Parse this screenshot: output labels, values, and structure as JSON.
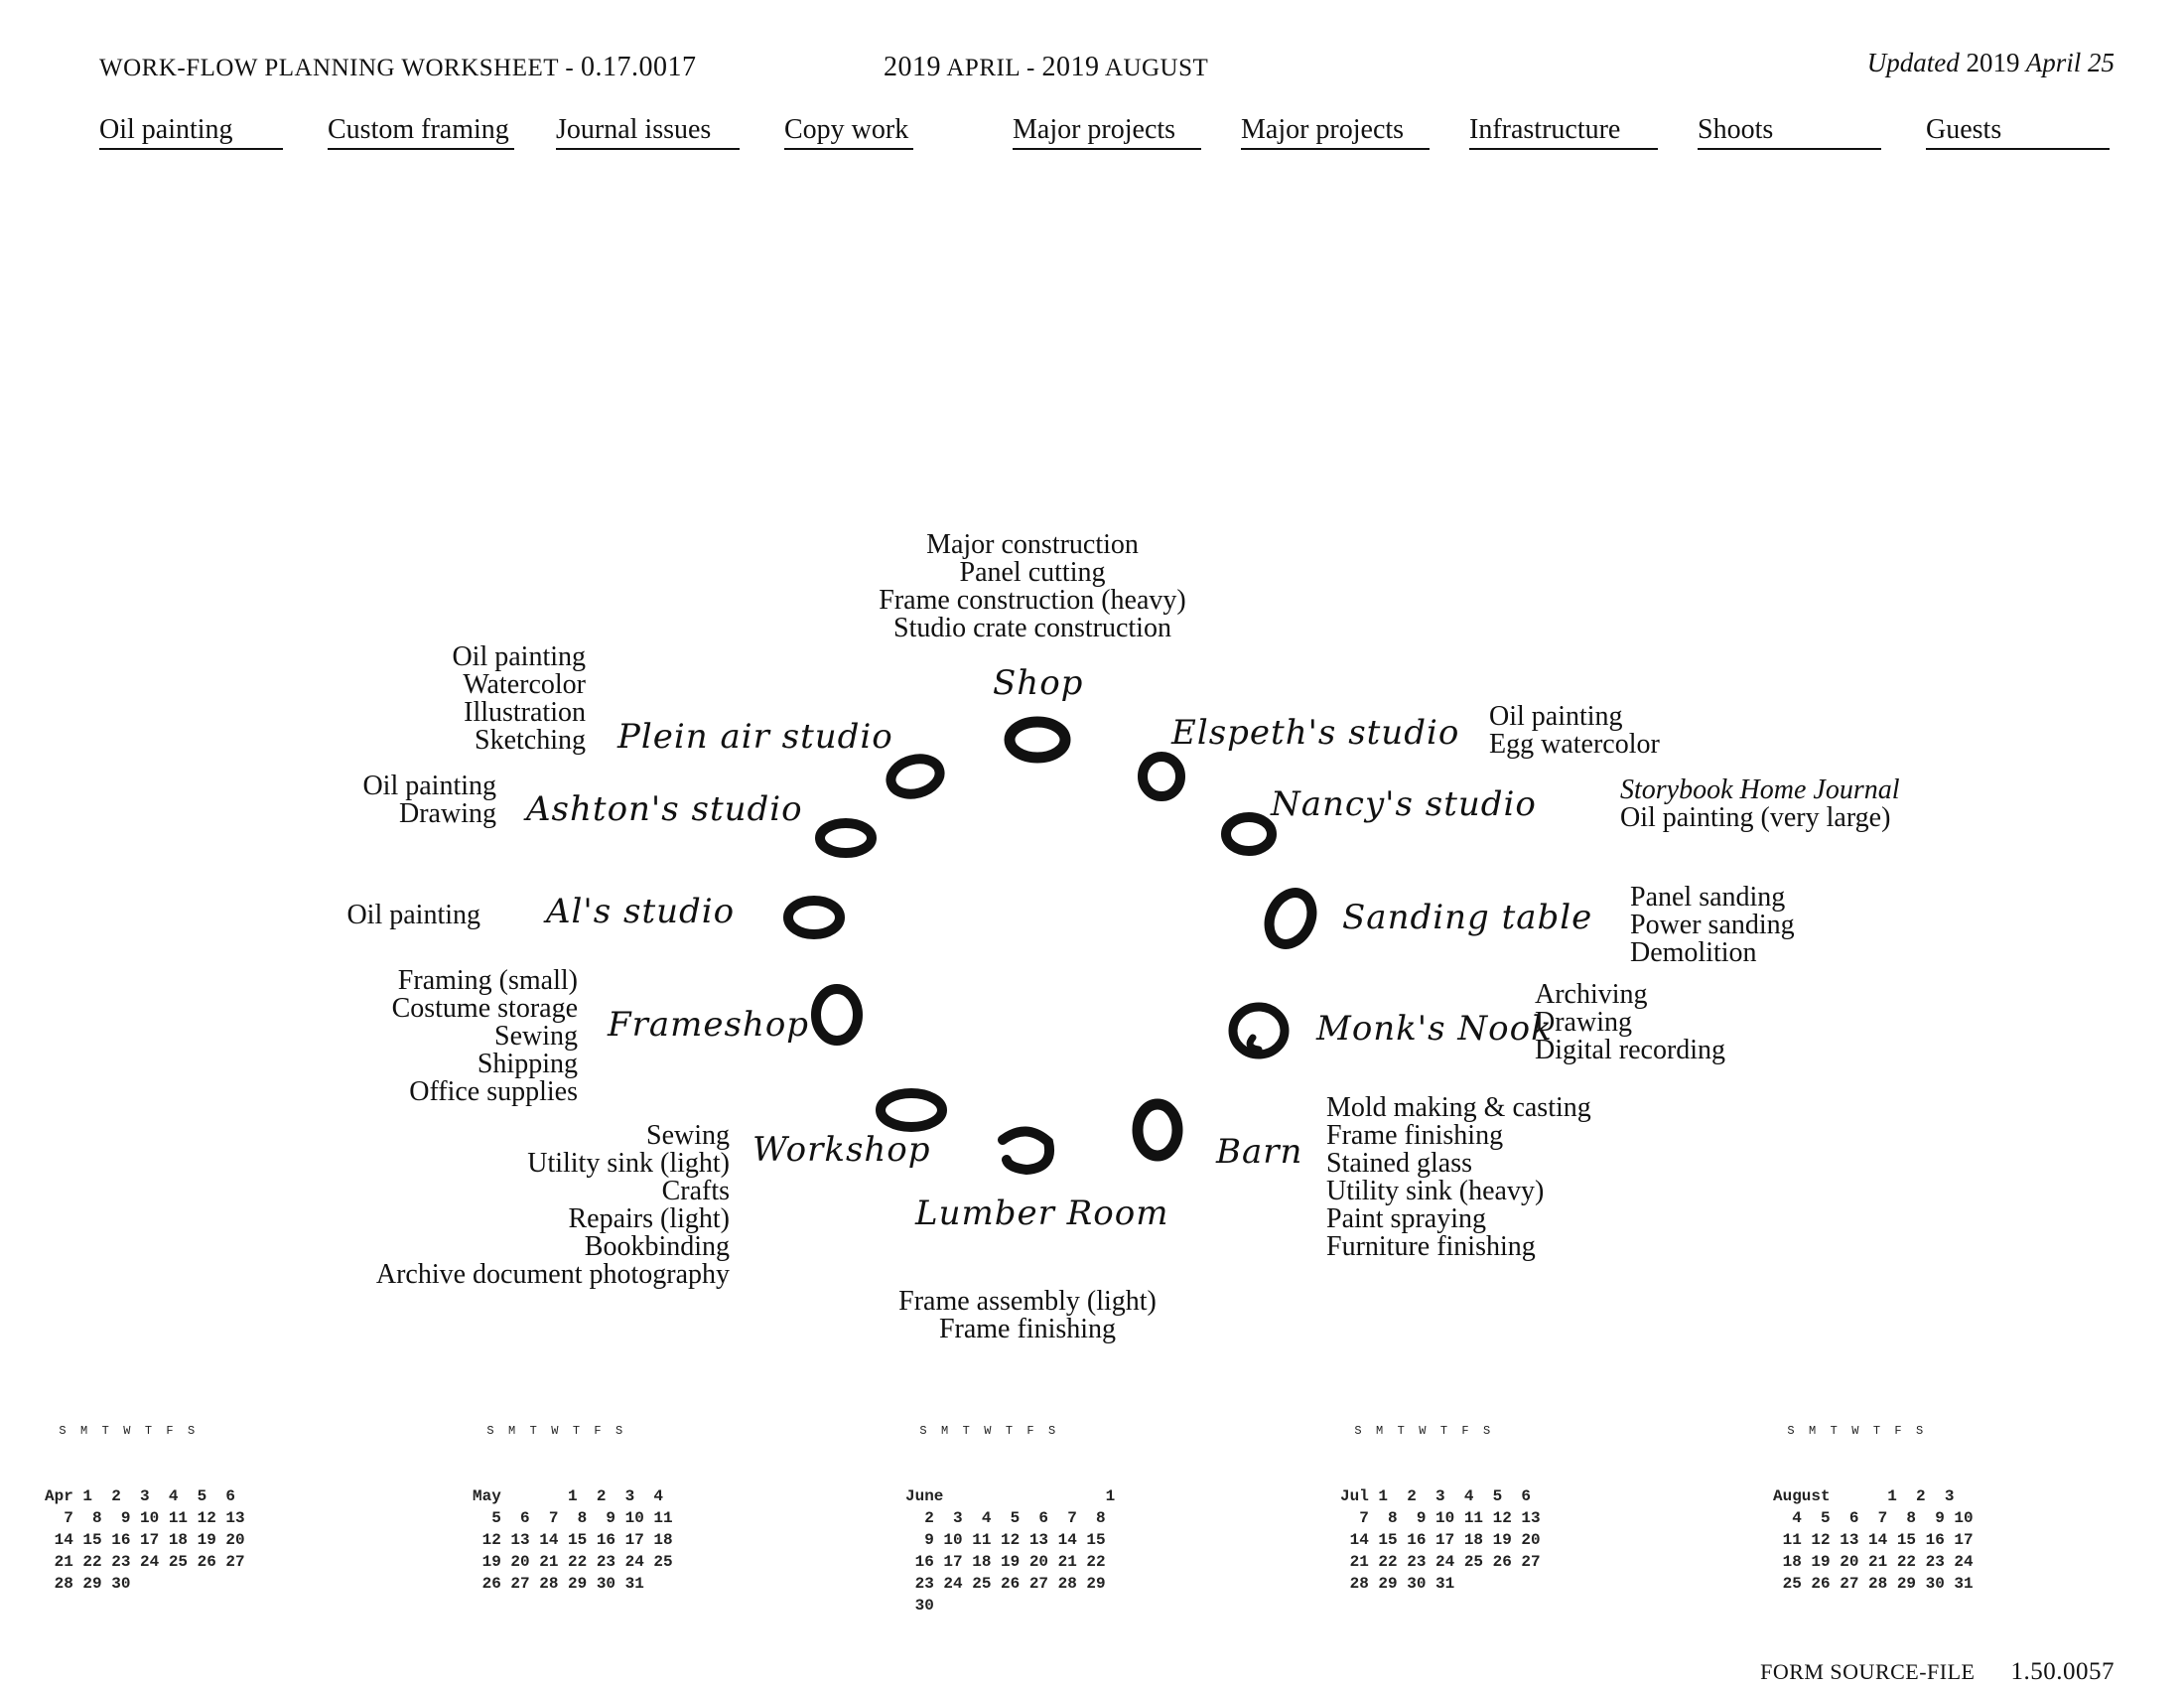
{
  "header": {
    "title": "WORK-FLOW PLANNING WORKSHEET",
    "version": "0.17.0017",
    "range_start_year": "2019",
    "range_start_month": "APRIL",
    "range_end_year": "2019",
    "range_end_month": "AUGUST",
    "updated_label": "Updated",
    "updated_year": "2019",
    "updated_date": "April 25"
  },
  "tabs": [
    "Oil painting",
    "Custom framing",
    "Journal issues",
    "Copy work",
    "Major projects",
    "Major projects",
    "Infrastructure",
    "Shoots",
    "Guests"
  ],
  "rooms": {
    "shop": {
      "name": "Shop",
      "notes": [
        "Major construction",
        "Panel cutting",
        "Frame construction (heavy)",
        "Studio crate construction"
      ]
    },
    "plein_air": {
      "name": "Plein air studio",
      "notes": [
        "Oil painting",
        "Watercolor",
        "Illustration",
        "Sketching"
      ]
    },
    "ashton": {
      "name": "Ashton's studio",
      "notes": [
        "Oil painting",
        "Drawing"
      ]
    },
    "al": {
      "name": "Al's studio",
      "notes": [
        "Oil painting"
      ]
    },
    "frameshop": {
      "name": "Frameshop",
      "notes": [
        "Framing (small)",
        "Costume storage",
        "Sewing",
        "Shipping",
        "Office supplies"
      ]
    },
    "workshop": {
      "name": "Workshop",
      "notes": [
        "Sewing",
        "Utility sink (light)",
        "Crafts",
        "Repairs (light)",
        "Bookbinding",
        "Archive document photography"
      ]
    },
    "lumber": {
      "name": "Lumber Room",
      "notes": [
        "Frame assembly (light)",
        "Frame finishing"
      ]
    },
    "barn": {
      "name": "Barn",
      "notes": [
        "Mold making & casting",
        "Frame finishing",
        "Stained glass",
        "Utility sink (heavy)",
        "Paint spraying",
        "Furniture finishing"
      ]
    },
    "monk": {
      "name": "Monk's Nook",
      "notes": [
        "Archiving",
        "Drawing",
        "Digital recording"
      ]
    },
    "sanding": {
      "name": "Sanding table",
      "notes": [
        "Panel sanding",
        "Power sanding",
        "Demolition"
      ]
    },
    "nancy": {
      "name": "Nancy's studio",
      "notes_italic": "Storybook Home Journal",
      "notes": [
        "Oil painting (very large)"
      ]
    },
    "elspeth": {
      "name": "Elspeth's studio",
      "notes": [
        "Oil painting",
        "Egg watercolor"
      ]
    }
  },
  "calendars": [
    {
      "month": "Apr",
      "text": "Apr 1  2  3  4  5  6\n  7  8  9 10 11 12 13\n 14 15 16 17 18 19 20\n 21 22 23 24 25 26 27\n 28 29 30"
    },
    {
      "month": "May",
      "text": "May       1  2  3  4\n  5  6  7  8  9 10 11\n 12 13 14 15 16 17 18\n 19 20 21 22 23 24 25\n 26 27 28 29 30 31"
    },
    {
      "month": "June",
      "text": "June                 1\n  2  3  4  5  6  7  8\n  9 10 11 12 13 14 15\n 16 17 18 19 20 21 22\n 23 24 25 26 27 28 29\n 30"
    },
    {
      "month": "Jul",
      "text": "Jul 1  2  3  4  5  6\n  7  8  9 10 11 12 13\n 14 15 16 17 18 19 20\n 21 22 23 24 25 26 27\n 28 29 30 31"
    },
    {
      "month": "August",
      "text": "August      1  2  3\n  4  5  6  7  8  9 10\n 11 12 13 14 15 16 17\n 18 19 20 21 22 23 24\n 25 26 27 28 29 30 31"
    }
  ],
  "calendar_dow": "  S  M  T  W  T  F  S",
  "footer": {
    "label": "FORM SOURCE-FILE",
    "version": "1.50.0057"
  }
}
